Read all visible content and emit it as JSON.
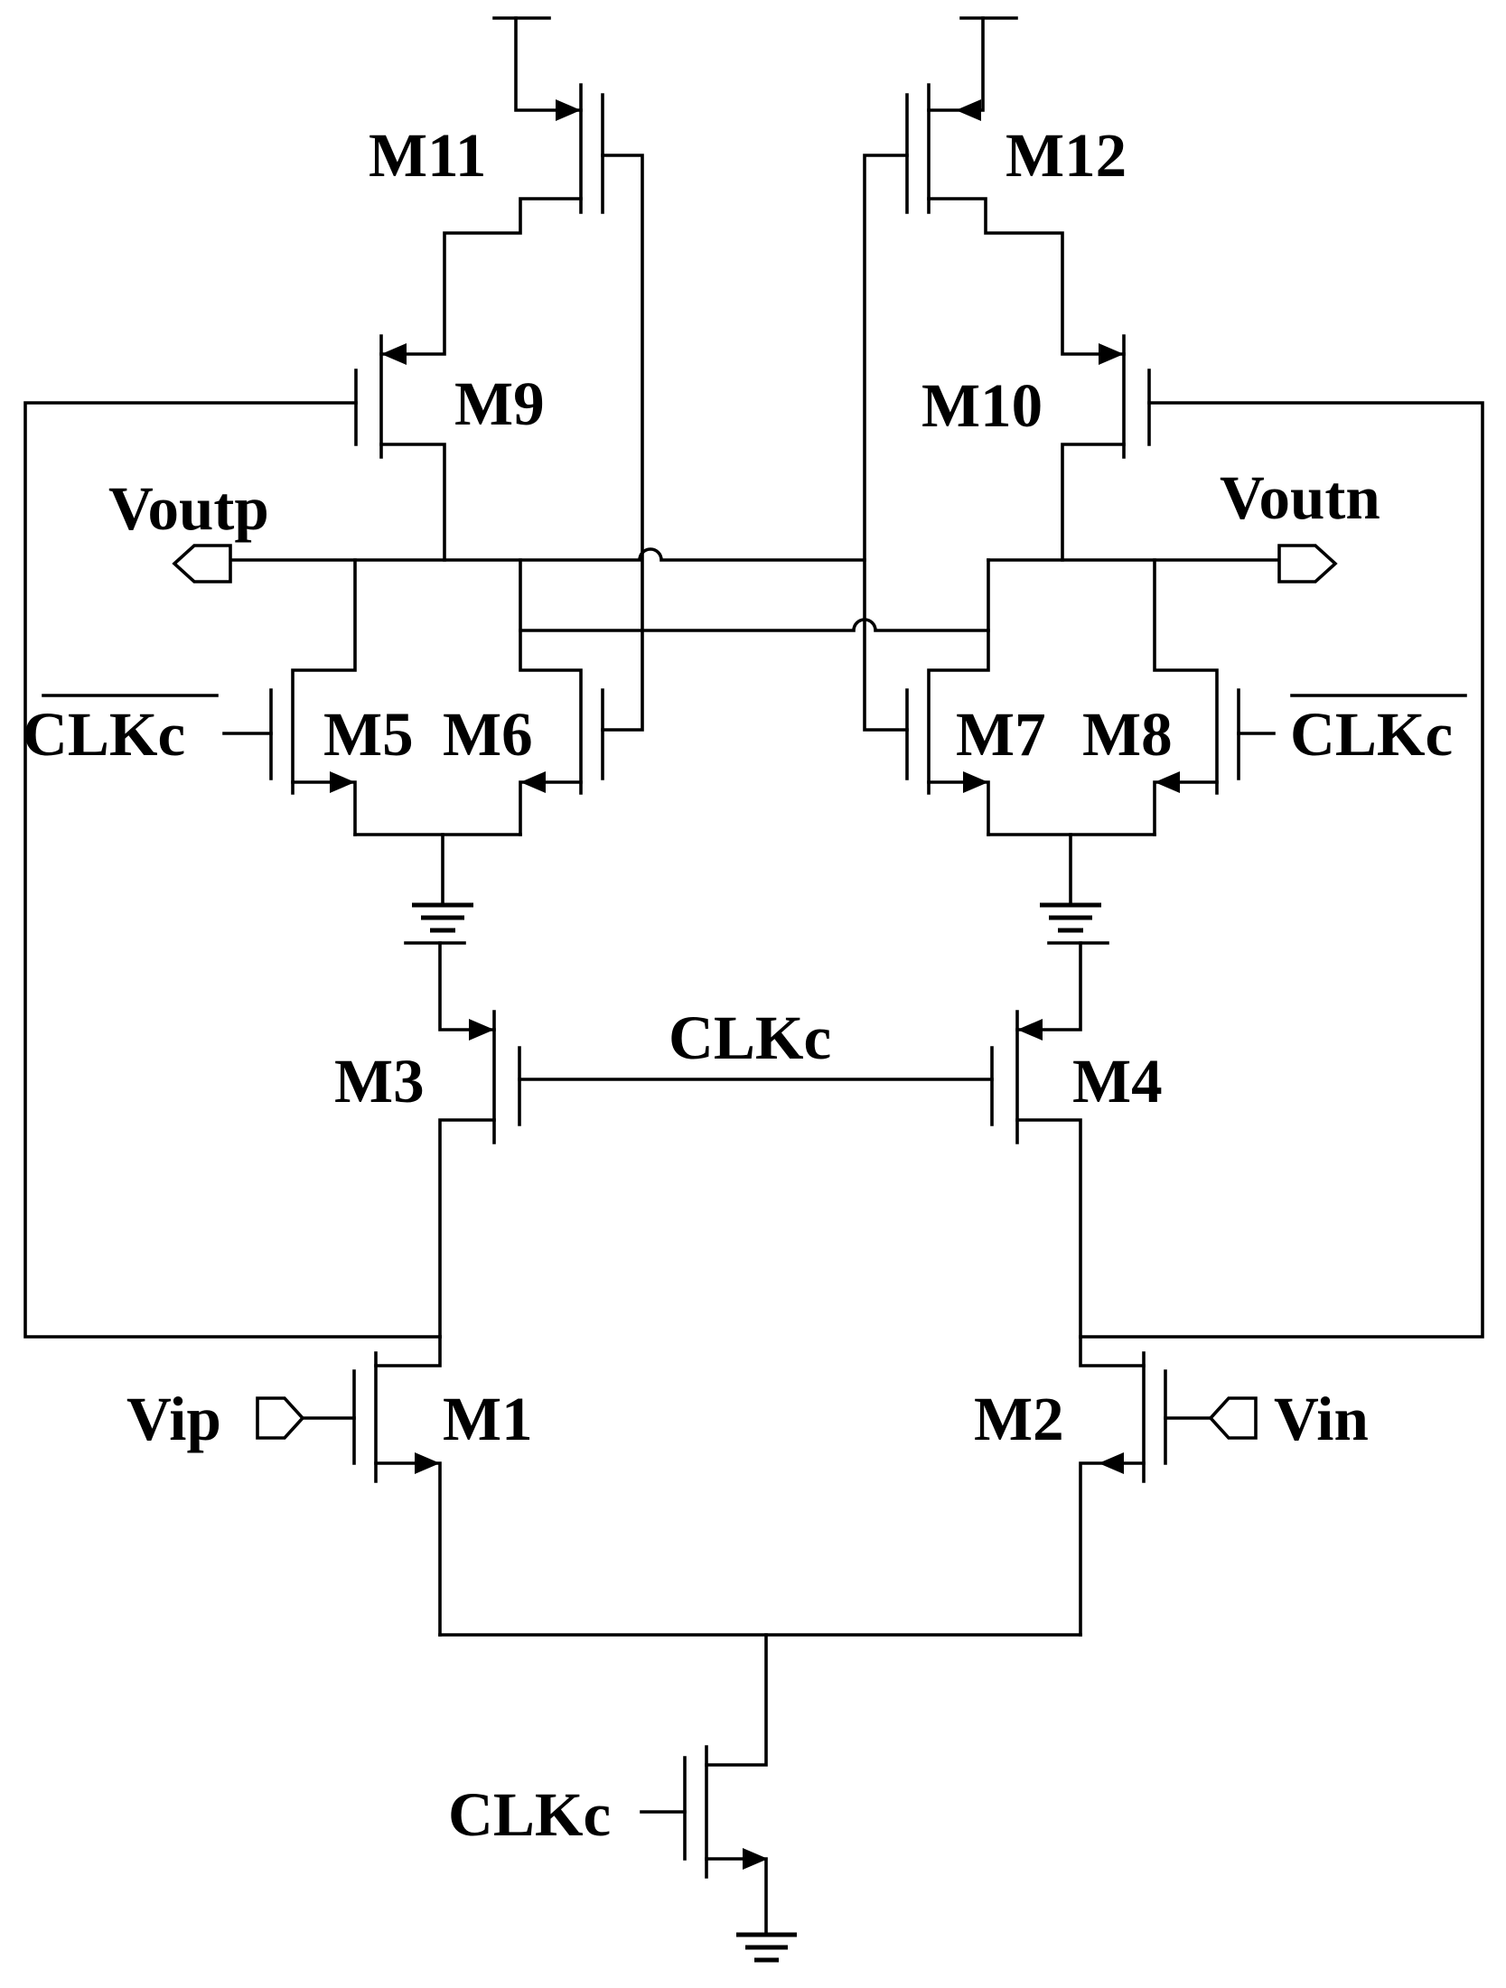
{
  "labels": {
    "m1": "M1",
    "m2": "M2",
    "m3": "M3",
    "m4": "M4",
    "m5": "M5",
    "m6": "M6",
    "m7": "M7",
    "m8": "M8",
    "m9": "M9",
    "m10": "M10",
    "m11": "M11",
    "m12": "M12"
  },
  "signals": {
    "voutp": "Voutp",
    "voutn": "Voutn",
    "vip": "Vip",
    "vin": "Vin",
    "clkc": "CLKc",
    "clkc_tail": "CLKc",
    "clkc_bar_left": "CLKc",
    "clkc_bar_right": "CLKc"
  }
}
